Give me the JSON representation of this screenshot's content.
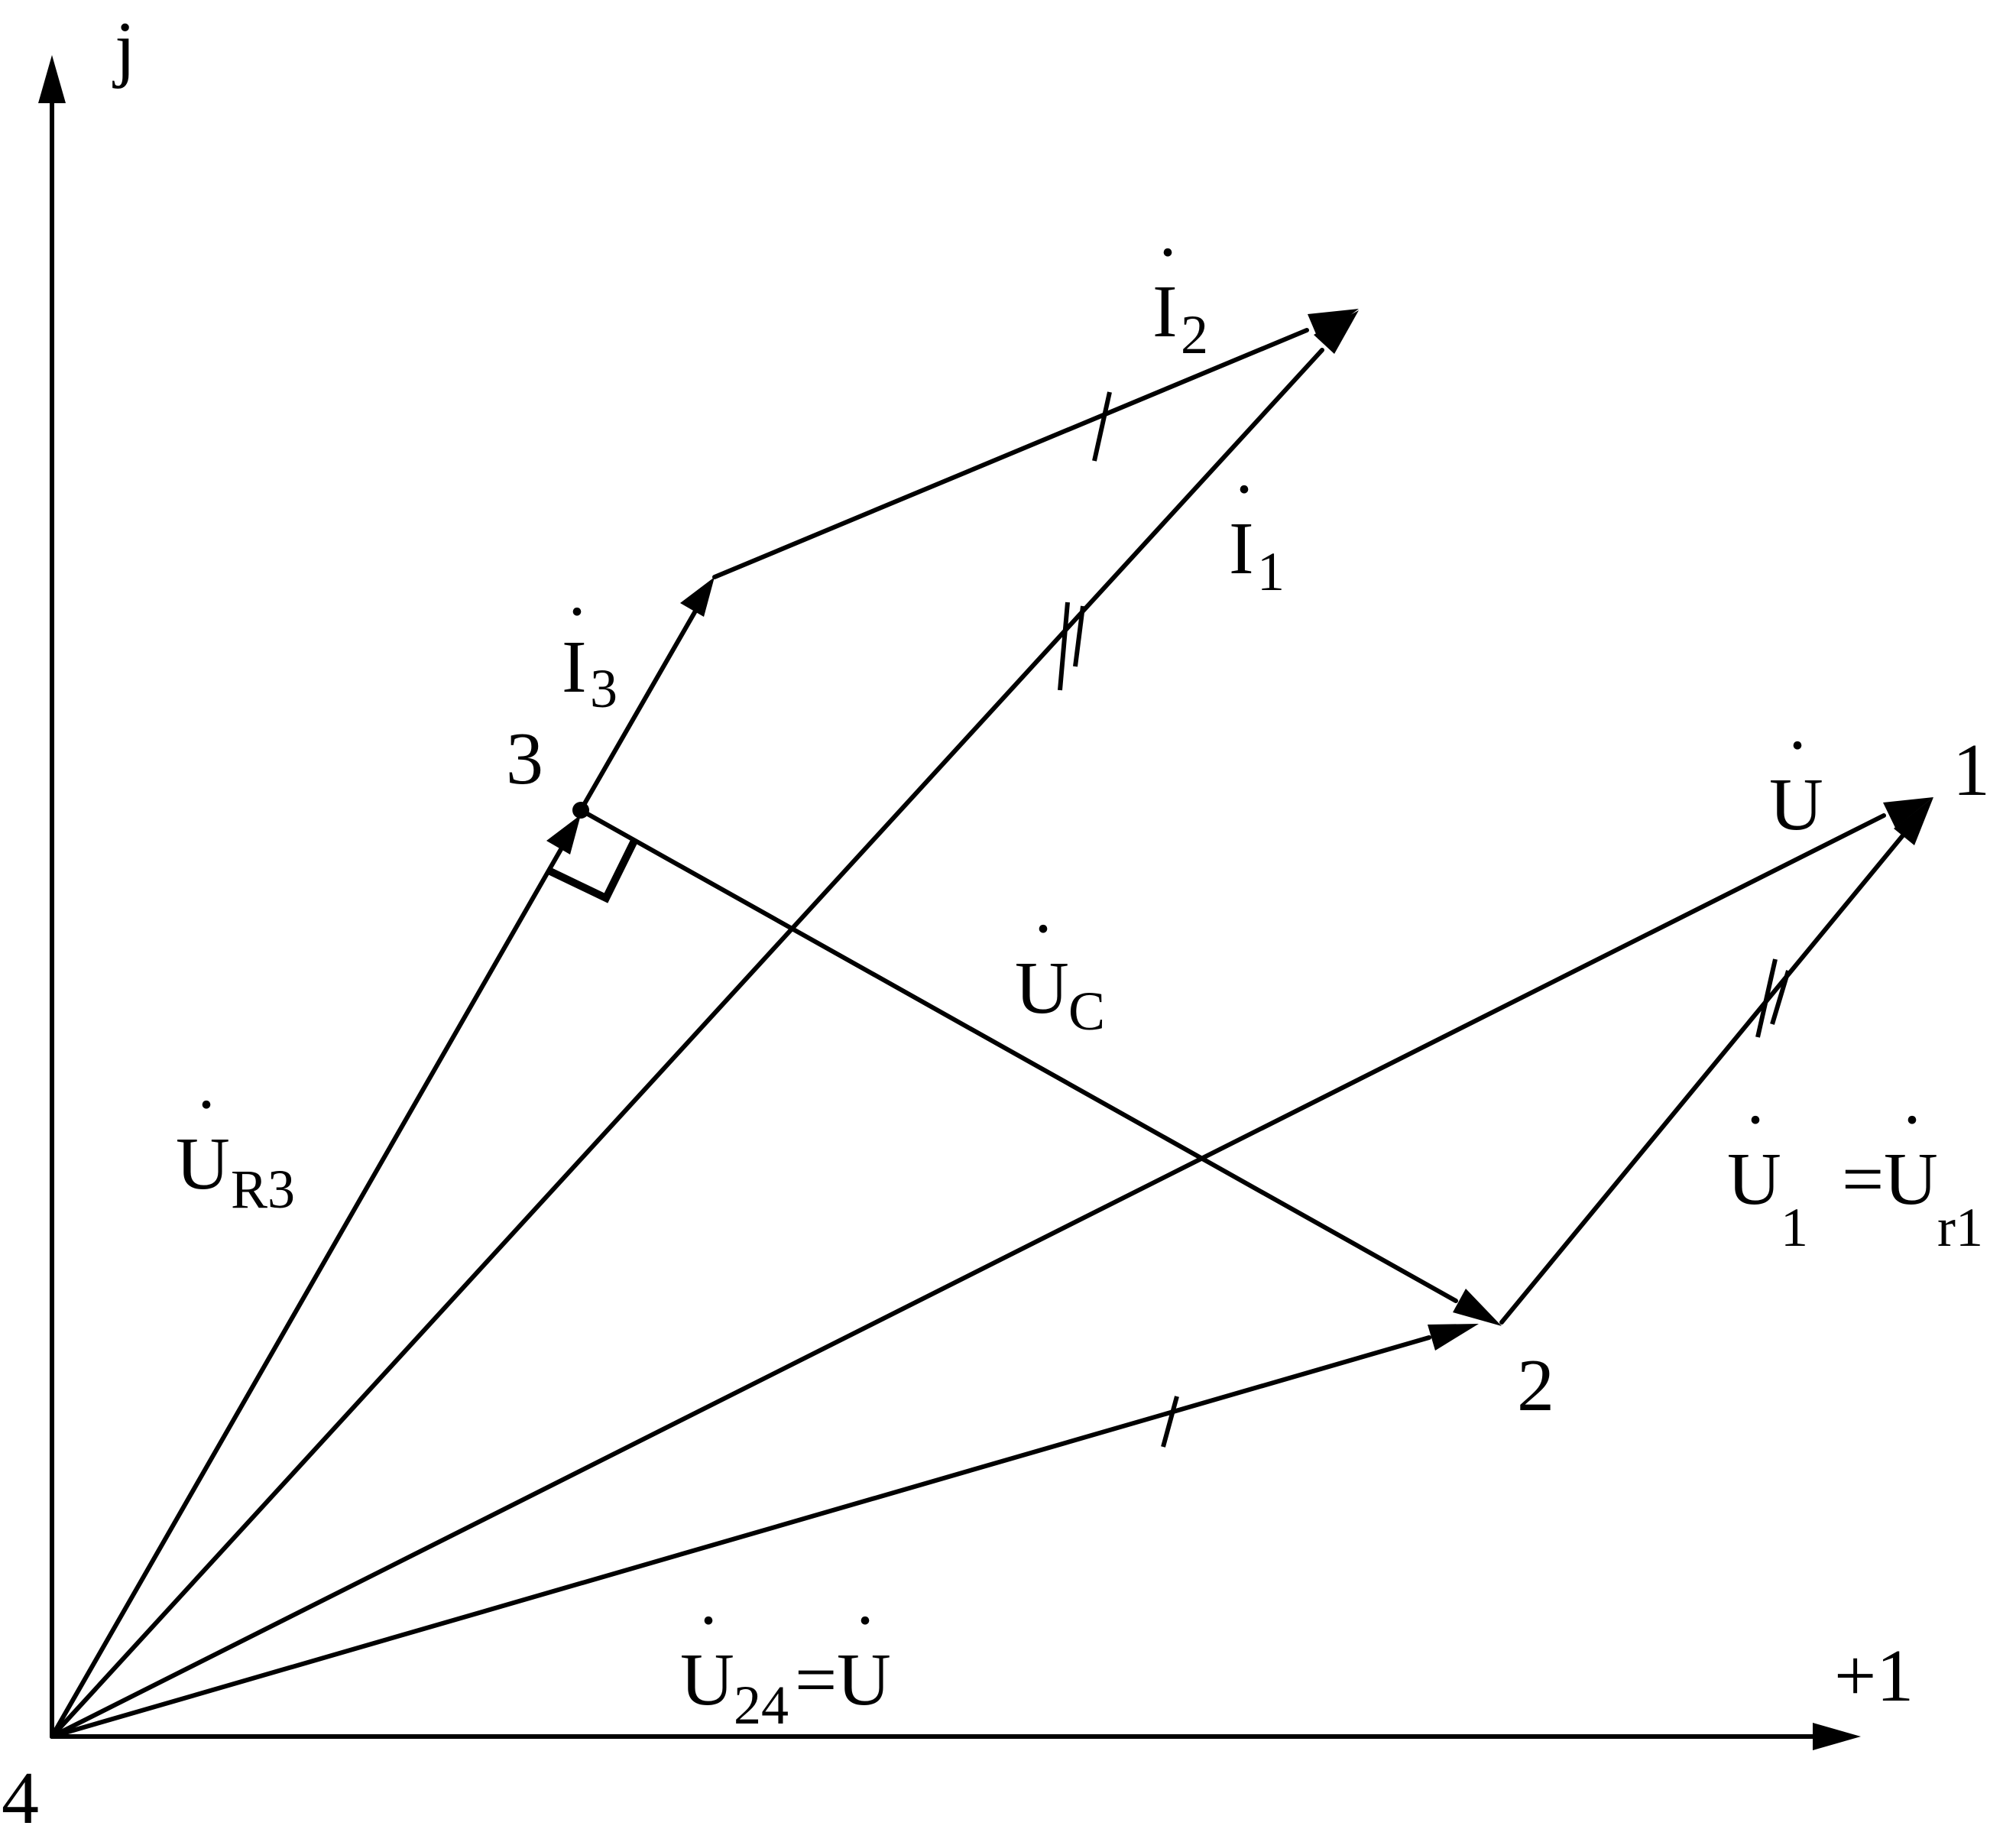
{
  "axes": {
    "imag_label": "j",
    "real_label": "+1"
  },
  "nodes": {
    "n1": "1",
    "n2": "2",
    "n3": "3",
    "n4": "4"
  },
  "phasors": {
    "i1": {
      "base": "I",
      "sub": "1"
    },
    "i2": {
      "base": "I",
      "sub": "2"
    },
    "i3": {
      "base": "I",
      "sub": "3"
    },
    "u": {
      "base": "U",
      "sub": ""
    },
    "uc": {
      "base": "U",
      "sub": "C"
    },
    "ur3": {
      "base": "U",
      "sub": "R3"
    },
    "u1": {
      "base": "U",
      "sub": "1",
      "eq": "=",
      "base2": "U",
      "sub2": "r1"
    },
    "u24": {
      "base": "U",
      "sub": "24",
      "eq": "=",
      "base2": "U"
    }
  },
  "tick_marks": {
    "i2": 1,
    "i1": 2,
    "u1": 2,
    "u24": 1
  }
}
